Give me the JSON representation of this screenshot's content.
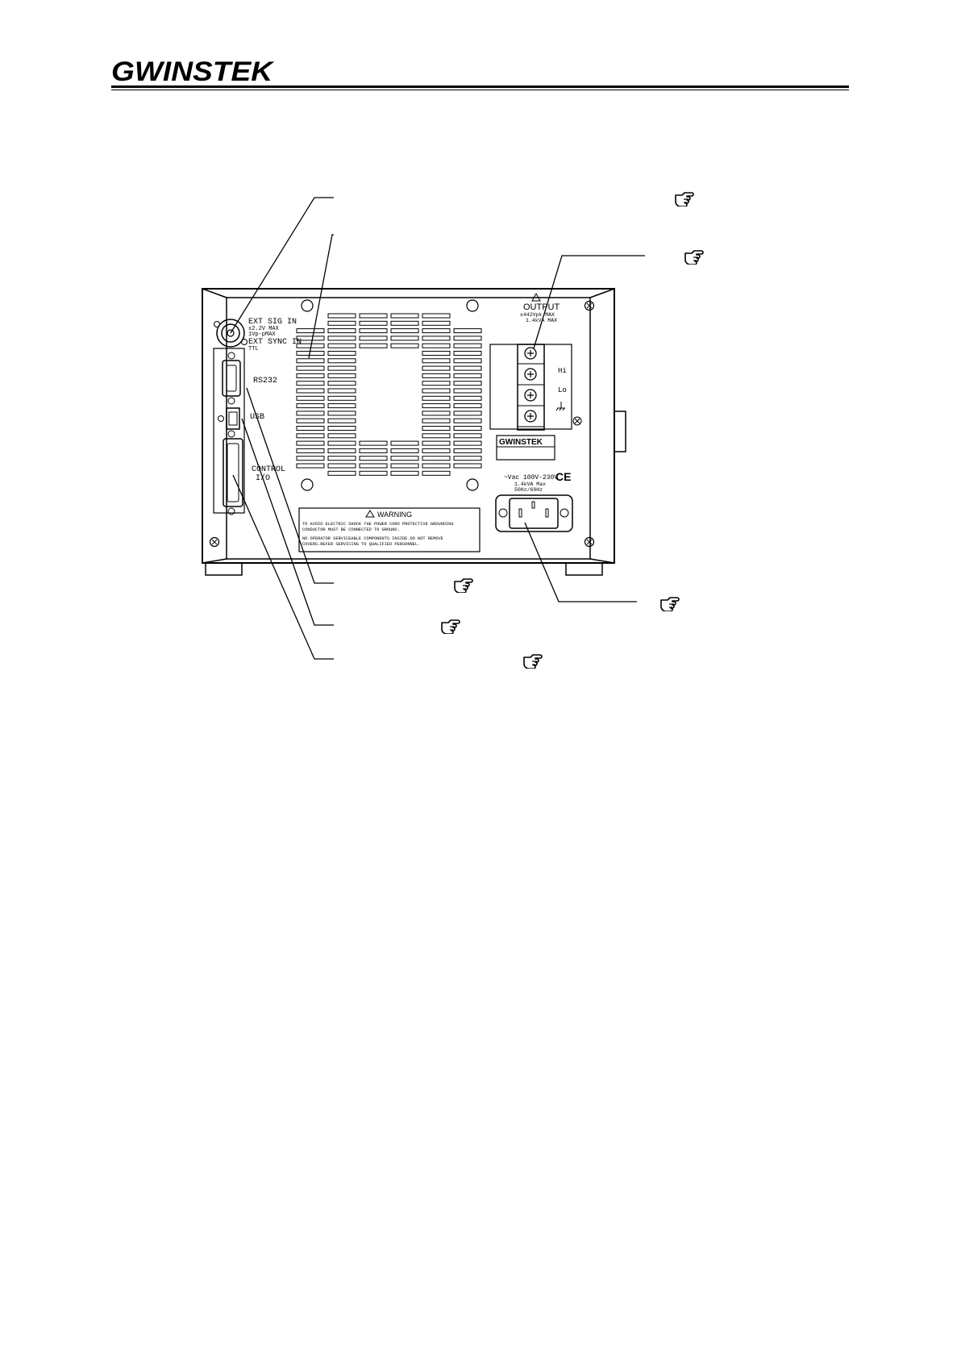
{
  "header": {
    "brand": "GWINSTEK"
  },
  "panel": {
    "ext_sig_in": "EXT SIG IN",
    "ext_sig_in_spec1": "±2.2V MAX",
    "ext_sig_in_spec2": "1Vp-pMAX",
    "ext_sync_in": "EXT SYNC IN",
    "ext_sync_spec": "TTL",
    "rs232_label": "RS232",
    "usb_label": "USB",
    "control_label_1": "CONTROL",
    "control_label_2": "I/O",
    "output_title": "OUTPUT",
    "output_spec1": "±442Vpk MAX",
    "output_spec2": "1.4kVA MAX",
    "terminal_hi": "Hi",
    "terminal_lo": "Lo",
    "ce_mark": "CE",
    "power_spec1": "~Vac 100V-230V",
    "power_spec2": "1.4kVA Max",
    "power_spec3": "50Hz/60Hz",
    "plate_brand": "GWINSTEK",
    "warning_title": "WARNING",
    "warning_line1": "TO AVOID ELECTRIC SHOCK THE POWER CORD PROTECTIVE GROUNDING",
    "warning_line2": "CONDUCTOR MUST BE CONNECTED TO GROUND.",
    "warning_line3": "NO OPERATOR SERVICEABLE COMPONENTS INSIDE.DO NOT REMOVE",
    "warning_line4": "COVERS.REFER SERVICING TO QUALIFIED PERSONNEL."
  },
  "icons": {
    "reference": "pointing-hand-icon"
  },
  "colors": {
    "ink": "#000000",
    "paper": "#ffffff"
  }
}
